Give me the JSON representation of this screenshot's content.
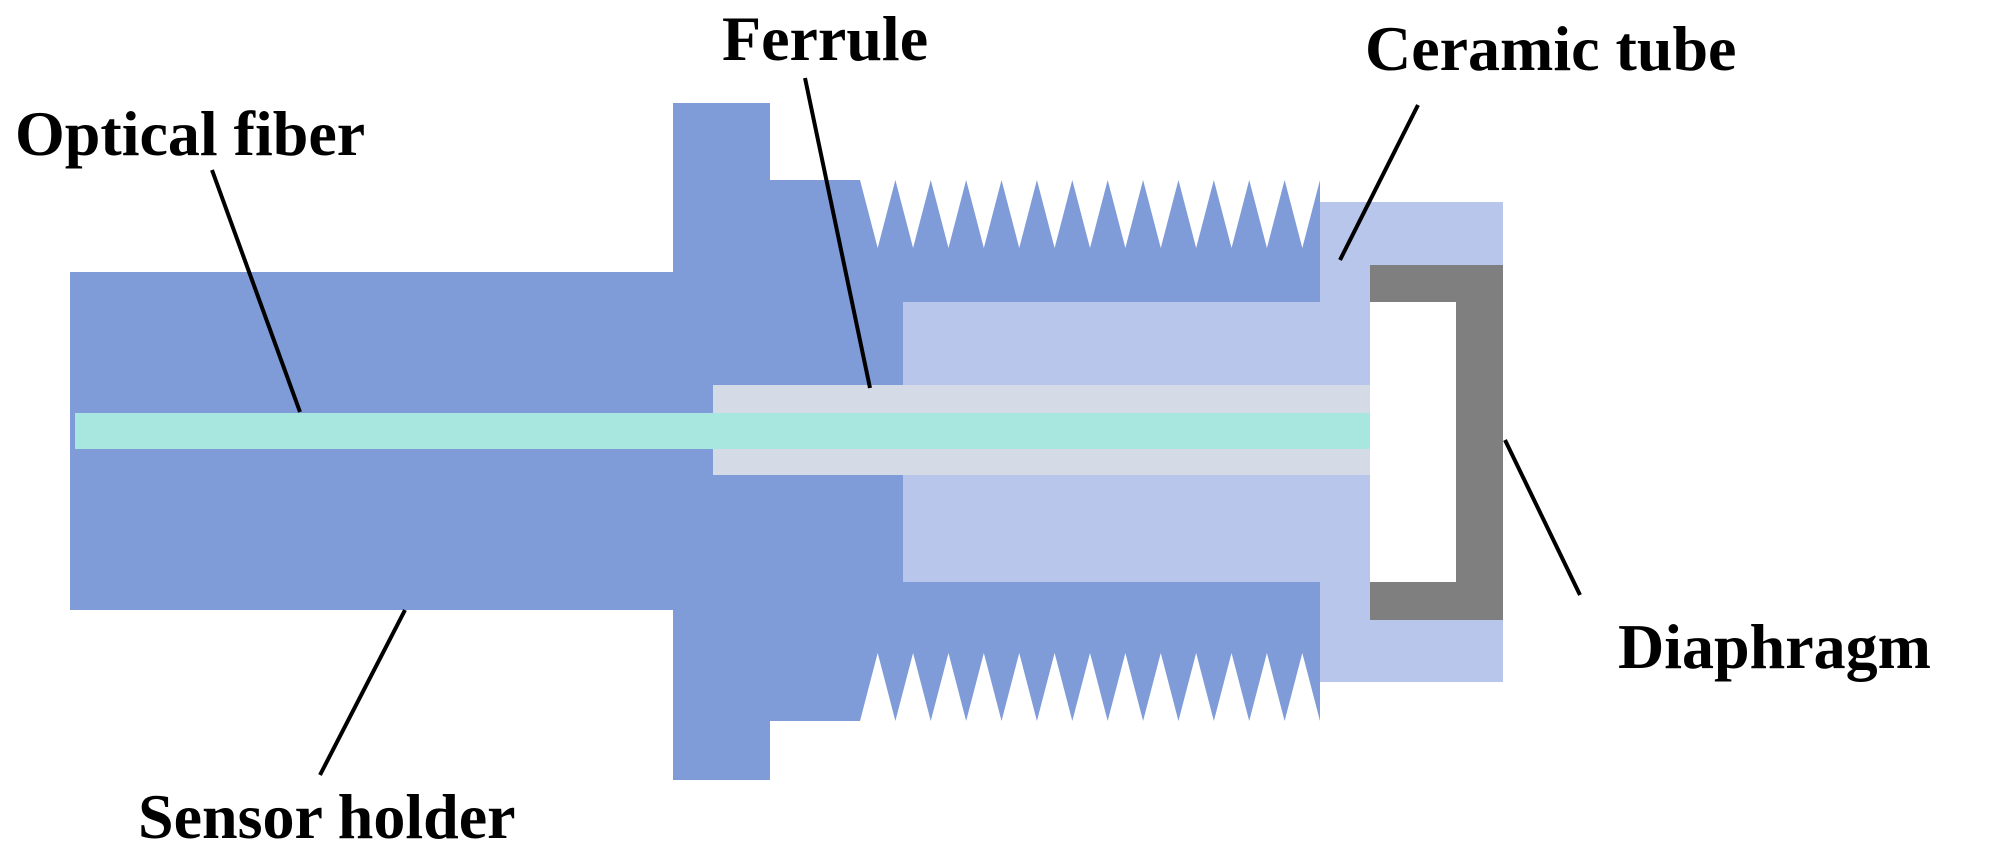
{
  "labels": {
    "optical_fiber": "Optical fiber",
    "ferrule": "Ferrule",
    "ceramic_tube": "Ceramic tube",
    "diaphragm": "Diaphragm",
    "sensor_holder": "Sensor holder"
  },
  "colors": {
    "holder": "#7f9bd8",
    "ceramic": "#b7c6ea",
    "ferrule": "#d4dae6",
    "fiber": "#a8e6e0",
    "diaphragm": "#7f7f7f",
    "cavity": "#ffffff",
    "leader": "#000000"
  }
}
